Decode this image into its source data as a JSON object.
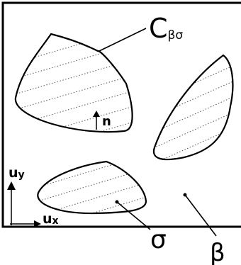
{
  "labels": {
    "interface": "C",
    "interface_sub": "βσ",
    "normal": "n",
    "axis_y": "u",
    "axis_y_sub": "y",
    "axis_x": "u",
    "axis_x_sub": "x",
    "phase_sigma": "σ",
    "phase_beta": "β"
  },
  "colors": {
    "stroke": "#000000",
    "hatch": "#555555",
    "background": "#ffffff"
  }
}
